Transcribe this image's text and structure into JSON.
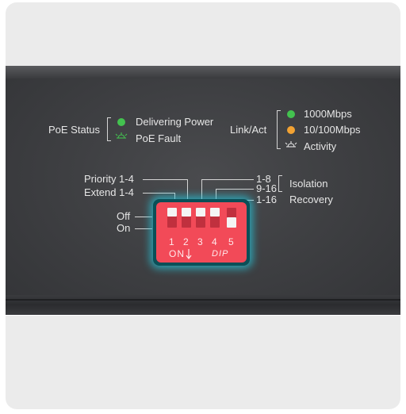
{
  "poe": {
    "label": "PoE Status",
    "items": [
      {
        "text": "Delivering Power",
        "led_color": "#43c24f"
      },
      {
        "text": "PoE Fault",
        "led_color": "#43c24f"
      }
    ]
  },
  "link": {
    "label": "Link/Act",
    "items": [
      {
        "text": "1000Mbps",
        "led_color": "#43c24f"
      },
      {
        "text": "10/100Mbps",
        "led_color": "#f2a233"
      },
      {
        "text": "Activity"
      }
    ]
  },
  "dip_labels": {
    "priority": "Priority 1-4",
    "extend": "Extend 1-4",
    "off": "Off",
    "on": "On",
    "range_1_8": "1-8",
    "range_9_16": "9-16",
    "range_1_16": "1-16",
    "isolation": "Isolation",
    "recovery": "Recovery"
  },
  "dip_switch": {
    "numbers": [
      "1",
      "2",
      "3",
      "4",
      "5"
    ],
    "on_text": "ON",
    "brand": "DIP",
    "positions": [
      "off",
      "off",
      "off",
      "off",
      "on"
    ],
    "body_color": "#f24a58",
    "glow_color": "#28bed2"
  }
}
